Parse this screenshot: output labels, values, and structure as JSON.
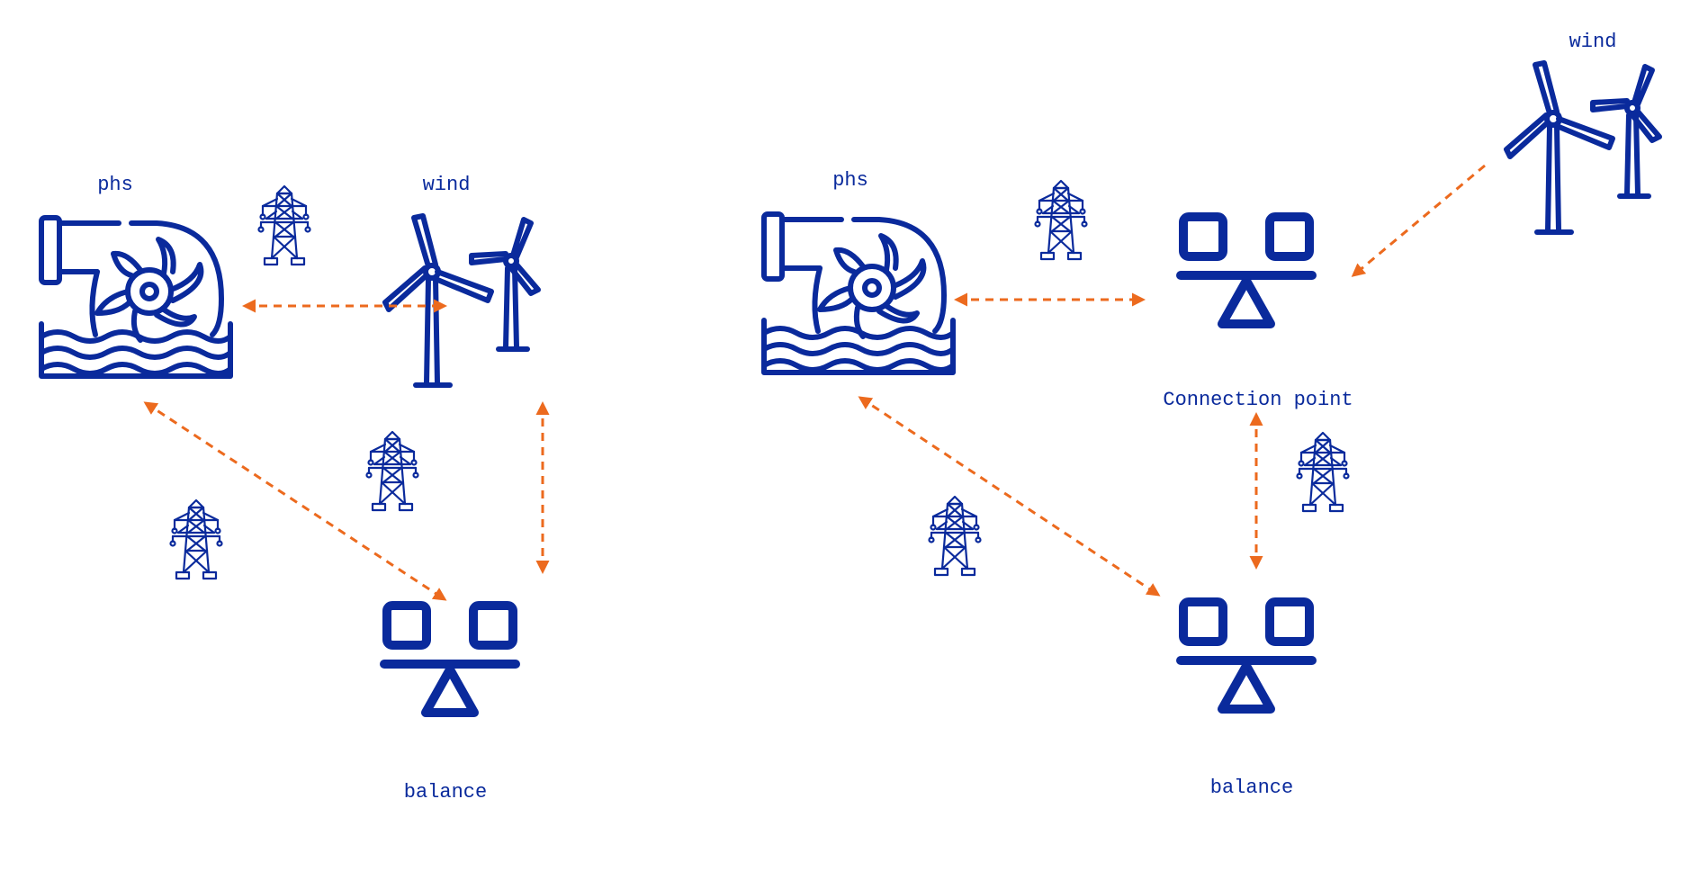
{
  "left_panel": {
    "phs_label": "phs",
    "wind_label": "wind",
    "balance_label": "balance"
  },
  "right_panel": {
    "phs_label": "phs",
    "wind_label": "wind",
    "connection_label": "Connection point",
    "balance_label": "balance"
  },
  "colors": {
    "icon": "#0a2a9c",
    "link": "#ec6a1e",
    "background": "#ffffff"
  },
  "icons": [
    "pumped-hydro-storage-icon",
    "wind-turbine-icon",
    "balance-scale-icon",
    "transmission-tower-icon"
  ]
}
